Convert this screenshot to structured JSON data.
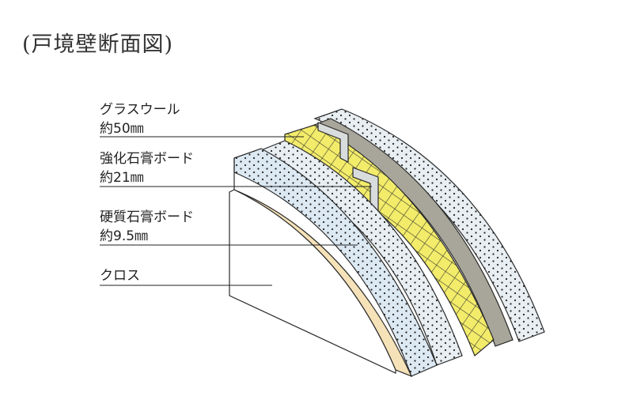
{
  "title": "(戸境壁断面図)",
  "labels": {
    "glass_wool": {
      "name": "グラスウール",
      "spec": "約50㎜"
    },
    "reinforced_gypsum": {
      "name": "強化石膏ボード",
      "spec": "約21㎜"
    },
    "hard_gypsum": {
      "name": "硬質石膏ボード",
      "spec": "約9.5㎜"
    },
    "cloth": {
      "name": "クロス"
    }
  },
  "colors": {
    "cloth": "#ffffff",
    "hard_gypsum_face": "#f6e2b8",
    "hard_gypsum_blue": "#dce9f3",
    "reinforced_gypsum": "#e8eef2",
    "glass_wool": "#f3ec6a",
    "stud": "#d8dcdc",
    "back_board": "#a8a69a",
    "outline": "#2a2a2a"
  }
}
